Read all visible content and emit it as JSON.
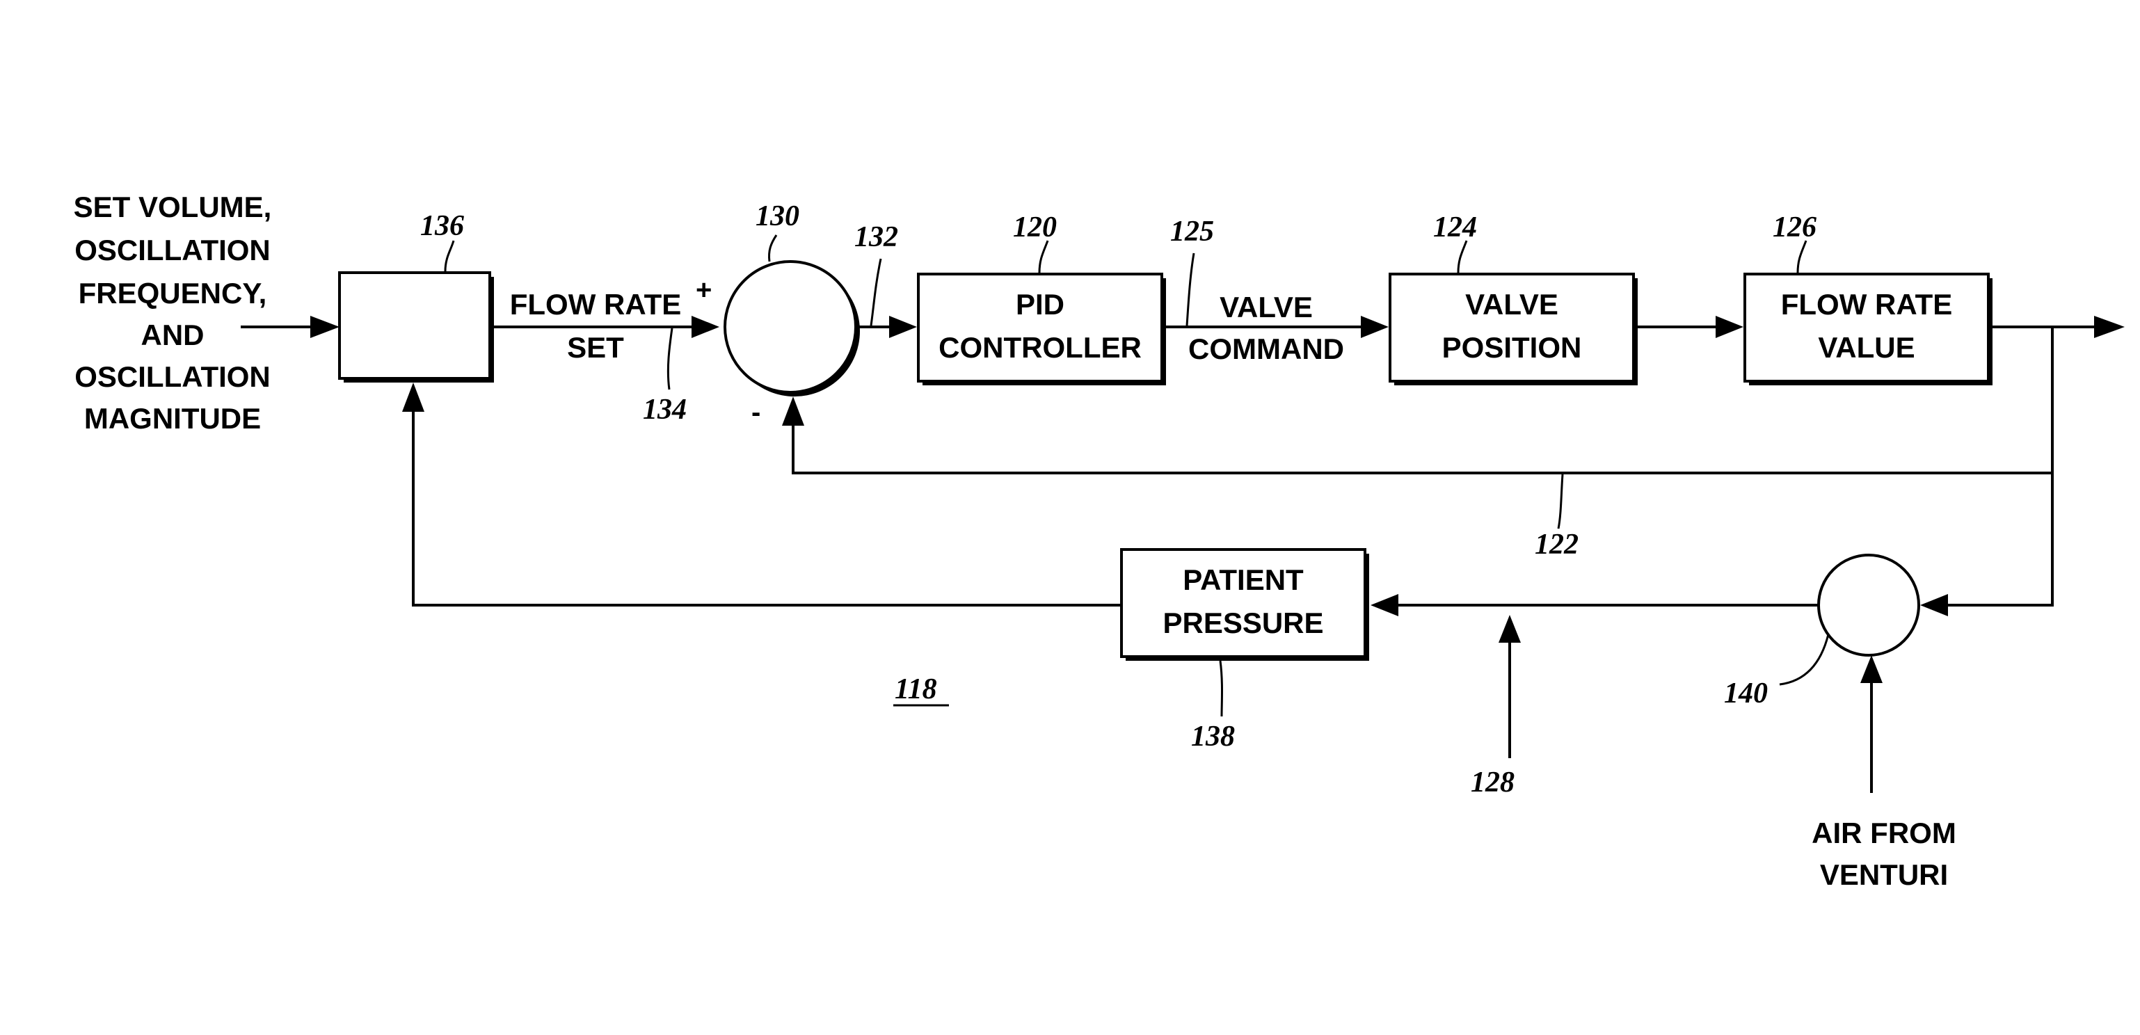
{
  "diagram": {
    "input_label": [
      "SET VOLUME,",
      "OSCILLATION",
      "FREQUENCY,",
      "AND",
      "OSCILLATION",
      "MAGNITUDE"
    ],
    "flow_rate_set_label": [
      "FLOW RATE",
      "SET"
    ],
    "valve_command_label": [
      "VALVE",
      "COMMAND"
    ],
    "air_from_venturi_label": [
      "AIR FROM",
      "VENTURI"
    ],
    "sum_plus": "+",
    "sum_minus": "-",
    "blocks": {
      "setpoint_block": {
        "ref": "136"
      },
      "pid_controller": {
        "lines": [
          "PID",
          "CONTROLLER"
        ],
        "ref": "120"
      },
      "valve_position": {
        "lines": [
          "VALVE",
          "POSITION"
        ],
        "ref": "124"
      },
      "flow_rate_value": {
        "lines": [
          "FLOW RATE",
          "VALUE"
        ],
        "ref": "126"
      },
      "patient_pressure": {
        "lines": [
          "PATIENT",
          "PRESSURE"
        ],
        "ref": "138"
      }
    },
    "refs": {
      "summing_junction": "130",
      "sum_output": "132",
      "flow_rate_set_line": "134",
      "valve_command_line": "125",
      "feedback_line": "122",
      "mixing_junction": "140",
      "pressure_line": "128",
      "figure": "118"
    }
  }
}
